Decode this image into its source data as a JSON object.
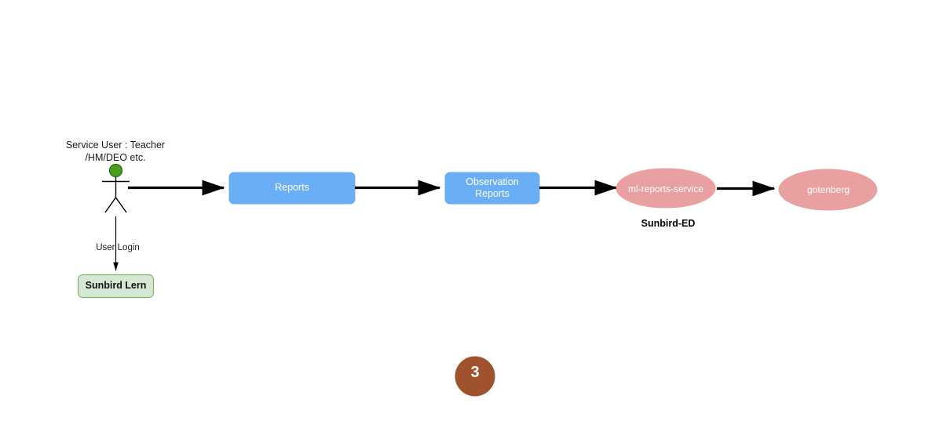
{
  "diagram": {
    "title": "",
    "actor": {
      "name": "service-user-actor",
      "caption_line1": "Service User : Teacher",
      "caption_line2": "/HM/DEO etc.",
      "head_color": "#4a9e1f"
    },
    "nodes": [
      {
        "id": "sunbird-lern",
        "label": "Sunbird Lern",
        "shape": "rounded-rect",
        "fill": "#d5e8d4",
        "stroke": "#82b366",
        "text_color": "#111111"
      },
      {
        "id": "reports",
        "label": "Reports",
        "shape": "rounded-rect",
        "fill": "#6aaef5",
        "stroke": "#6aaef5",
        "text_color": "#ffffff"
      },
      {
        "id": "observation-reports",
        "label_line1": "Observation",
        "label_line2": "Reports",
        "shape": "rounded-rect",
        "fill": "#6aaef5",
        "stroke": "#6aaef5",
        "text_color": "#ffffff"
      },
      {
        "id": "ml-reports-service",
        "label": "ml-reports-service",
        "sublabel": "Sunbird-ED",
        "shape": "ellipse",
        "fill": "#e8a0a0",
        "text_color": "#ffffff",
        "sublabel_color": "#000000"
      },
      {
        "id": "gotenberg",
        "label": "gotenberg",
        "shape": "ellipse",
        "fill": "#e8a0a0",
        "text_color": "#ffffff"
      }
    ],
    "edges": [
      {
        "id": "actor-to-reports",
        "label": "",
        "style": "thick-solid-arrow"
      },
      {
        "id": "reports-to-observation-reports",
        "label": "",
        "style": "thick-solid-arrow"
      },
      {
        "id": "observation-reports-to-ml-reports-service",
        "label": "",
        "style": "thick-solid-arrow"
      },
      {
        "id": "ml-reports-service-to-gotenberg",
        "label": "",
        "style": "thick-solid-arrow"
      },
      {
        "id": "actor-to-sunbird-lern",
        "label": "User Login",
        "style": "thin-solid-arrow"
      }
    ],
    "page_badge": {
      "number": "3",
      "fill": "#a0522d",
      "text_color": "#ffffff"
    },
    "colors": {
      "blue_node": "#6aaef5",
      "pink_node": "#e8a0a0",
      "green_node_fill": "#d5e8d4",
      "green_node_stroke": "#82b366",
      "actor_head": "#4a9e1f",
      "badge_brown": "#a0522d",
      "edge_black": "#000000"
    }
  }
}
